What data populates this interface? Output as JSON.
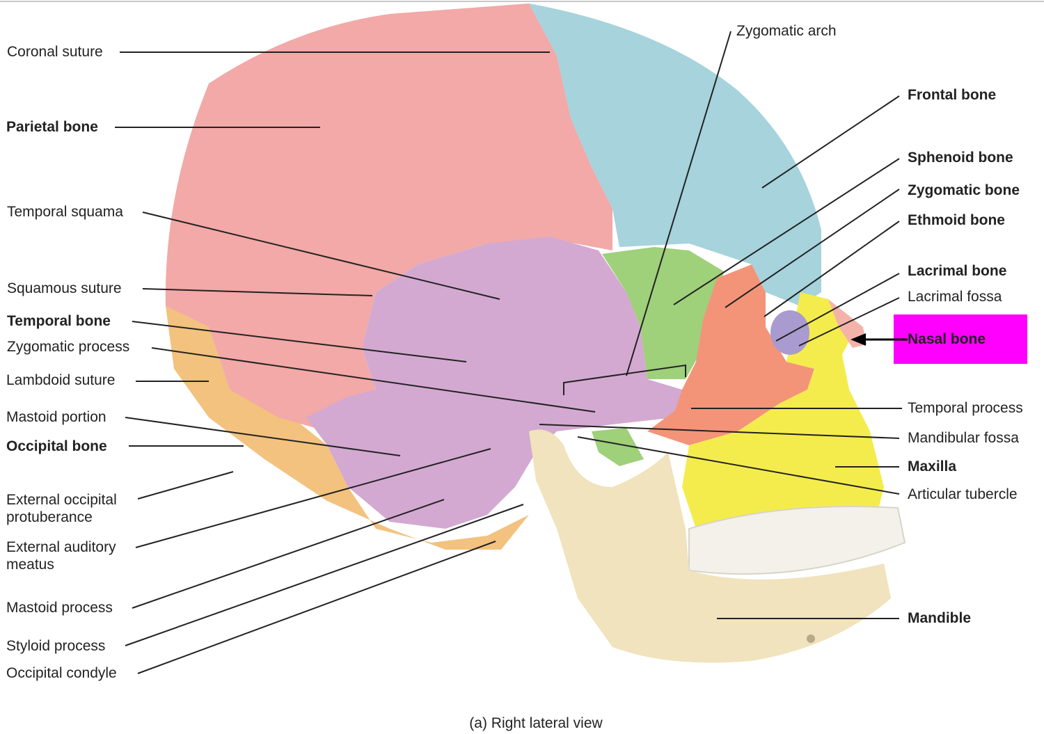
{
  "diagram": {
    "caption": "(a) Right lateral view",
    "highlight_color": "#ff00ff",
    "bone_colors": {
      "parietal": "#f2a9a7",
      "frontal": "#a6d3dc",
      "temporal": "#d3a9d1",
      "occipital": "#f2c27e",
      "sphenoid": "#9fd07a",
      "zygomatic": "#f39478",
      "maxilla": "#f4ec4c",
      "mandible": "#f0e3bd",
      "lacrimal": "#a99ad0",
      "nasal": "#f4b3a9",
      "teeth": "#f3f1ea"
    },
    "left_labels": [
      {
        "text": "Coronal suture",
        "bold": false
      },
      {
        "text": "Parietal bone",
        "bold": true
      },
      {
        "text": "Temporal squama",
        "bold": false
      },
      {
        "text": "Squamous suture",
        "bold": false
      },
      {
        "text": "Temporal bone",
        "bold": true
      },
      {
        "text": "Zygomatic process",
        "bold": false
      },
      {
        "text": "Lambdoid suture",
        "bold": false
      },
      {
        "text": "Mastoid portion",
        "bold": false
      },
      {
        "text": "Occipital bone",
        "bold": true
      },
      {
        "text": "External occipital\nprotuberance",
        "bold": false
      },
      {
        "text": "External auditory\nmeatus",
        "bold": false
      },
      {
        "text": "Mastoid process",
        "bold": false
      },
      {
        "text": "Styloid process",
        "bold": false
      },
      {
        "text": "Occipital condyle",
        "bold": false
      }
    ],
    "top_label": {
      "text": "Zygomatic arch",
      "bold": false
    },
    "right_labels": [
      {
        "text": "Frontal bone",
        "bold": true
      },
      {
        "text": "Sphenoid bone",
        "bold": true
      },
      {
        "text": "Zygomatic bone",
        "bold": true
      },
      {
        "text": "Ethmoid bone",
        "bold": true
      },
      {
        "text": "Lacrimal bone",
        "bold": true
      },
      {
        "text": "Lacrimal fossa",
        "bold": false
      },
      {
        "text": "Nasal bone",
        "bold": true
      },
      {
        "text": "Temporal process",
        "bold": false
      },
      {
        "text": "Mandibular fossa",
        "bold": false
      },
      {
        "text": "Maxilla",
        "bold": true
      },
      {
        "text": "Articular tubercle",
        "bold": false
      },
      {
        "text": "Mandible",
        "bold": true
      }
    ]
  }
}
